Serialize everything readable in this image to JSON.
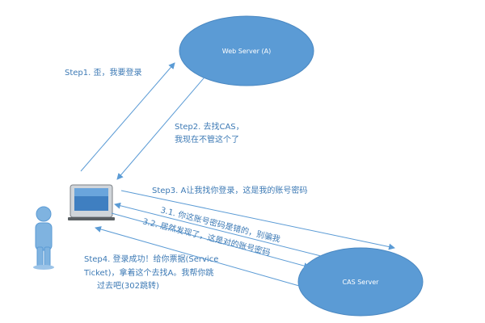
{
  "nodes": {
    "web_server": {
      "label": "Web Server (A)",
      "color": "#5b9bd5"
    },
    "cas_server": {
      "label": "CAS Server",
      "color": "#5b9bd5"
    }
  },
  "steps": {
    "step1": "Step1. 歪，我要登录",
    "step2_line1": "Step2. 去找CAS，",
    "step2_line2": "我现在不管这个了",
    "step3": "Step3. A让我找你登录，这是我的账号密码",
    "step3_1": "3.1. 你这账号密码是错的，别骗我",
    "step3_2": "3.2. 居然发现了，这是对的账号密码",
    "step4_line1": "Step4. 登录成功！给你票据(Service",
    "step4_line2": "Ticket)，拿着这个去找A。我帮你跳",
    "step4_line3": "过去吧(302跳转)"
  },
  "colors": {
    "arrow": "#5b9bd5",
    "text": "#3d7ab5",
    "person": "#7fb3e0"
  }
}
